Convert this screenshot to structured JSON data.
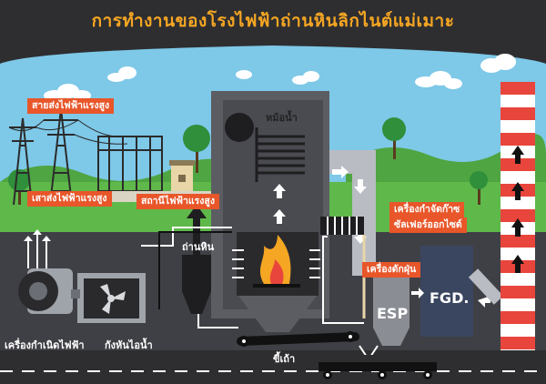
{
  "title": "การทำงานของโรงไฟฟ้าถ่านหินลิกไนต์แม่เมาะ",
  "labels": {
    "transmission_line": "สายส่งไฟฟ้าแรงสูง",
    "transmission_tower": "เสาส่งไฟฟ้าแรงสูง",
    "substation": "สถานีไฟฟ้าแรงสูง",
    "boiler": "หม้อน้ำ",
    "coal": "ถ่านหิน",
    "fgd_desc_line1": "เครื่องกำจัดก๊าซ",
    "fgd_desc_line2": "ซัลเฟอร์ออกไซด์",
    "dust_collector": "เครื่องดักฝุ่น",
    "esp": "ESP",
    "fgd": "FGD.",
    "generator": "เครื่องกำเนิดไฟฟ้า",
    "turbine": "กังหันไอน้ำ",
    "ash": "ขี้เถ้า"
  },
  "colors": {
    "background": "#2e2e30",
    "title": "#f5a623",
    "sky": "#7ec8e8",
    "grass": "#5fb84a",
    "tag": "#e8562a",
    "chimney_red": "#e8453c",
    "building": "#5b5d63",
    "building_dark": "#3a3b40",
    "duct": "#b9bcc2",
    "fire": "#f5a623"
  },
  "icons": [
    "tower-icon",
    "tree-icon",
    "cloud-icon",
    "fan-icon",
    "fire-icon",
    "arrow-icon",
    "conveyor-icon"
  ]
}
